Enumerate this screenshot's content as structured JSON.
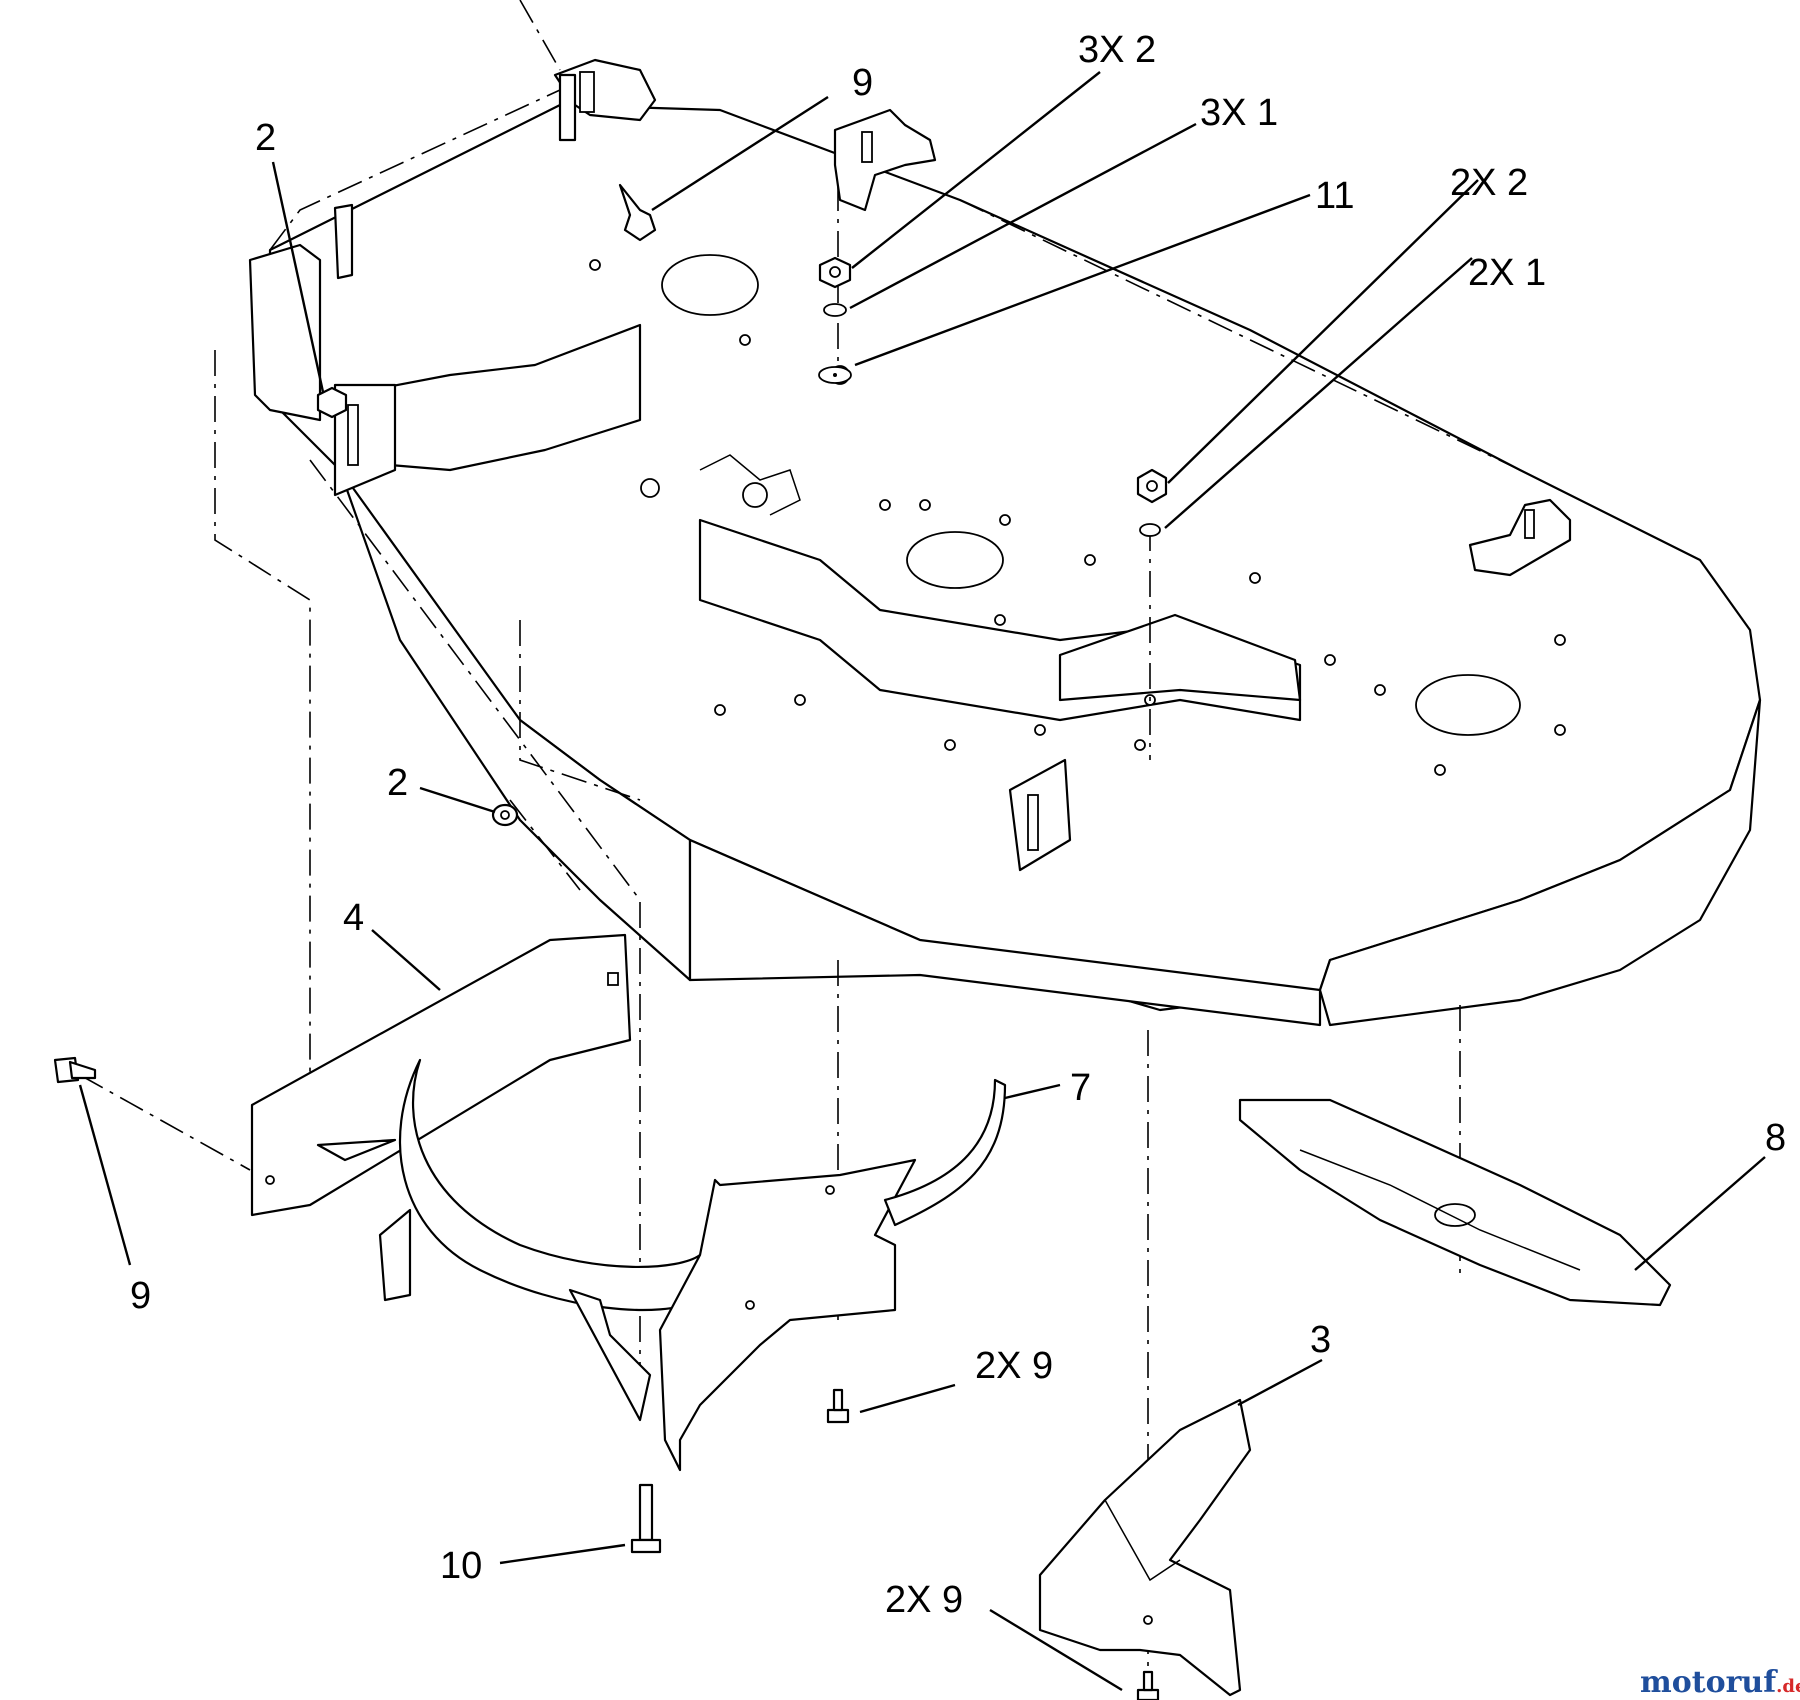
{
  "callouts": [
    {
      "id": "c-9-top",
      "text": "9"
    },
    {
      "id": "c-3x2",
      "text": "3X 2"
    },
    {
      "id": "c-3x1",
      "text": "3X 1"
    },
    {
      "id": "c-11",
      "text": "11"
    },
    {
      "id": "c-2x2",
      "text": "2X 2"
    },
    {
      "id": "c-2x1",
      "text": "2X 1"
    },
    {
      "id": "c-2-left",
      "text": "2"
    },
    {
      "id": "c-2-mid",
      "text": "2"
    },
    {
      "id": "c-4",
      "text": "4"
    },
    {
      "id": "c-7",
      "text": "7"
    },
    {
      "id": "c-8",
      "text": "8"
    },
    {
      "id": "c-9-left",
      "text": "9"
    },
    {
      "id": "c-2x9-mid",
      "text": "2X 9"
    },
    {
      "id": "c-3",
      "text": "3"
    },
    {
      "id": "c-10",
      "text": "10"
    },
    {
      "id": "c-2x9-bot",
      "text": "2X 9"
    }
  ],
  "watermark": {
    "main": "motoruf",
    "suffix": ".de",
    "colors": [
      "#1f4e9c",
      "#d62a2a",
      "#2c8a3a",
      "#e0a21a"
    ]
  }
}
